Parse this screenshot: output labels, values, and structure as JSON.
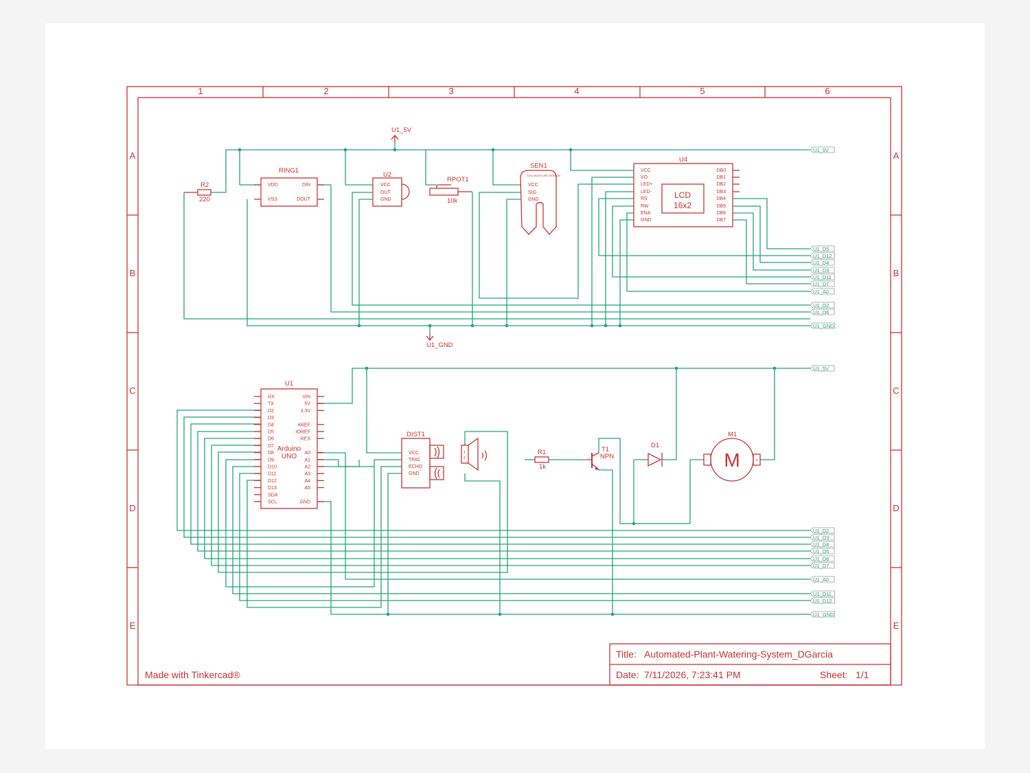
{
  "title_block": {
    "title_label": "Title:",
    "title": "Automated-Plant-Watering-System_DGarcia",
    "date_label": "Date:",
    "date": "7/11/2026, 7:23:41 PM",
    "sheet_label": "Sheet:",
    "sheet": "1/1"
  },
  "credit": "Made with Tinkercad®",
  "zones": {
    "columns": [
      "1",
      "2",
      "3",
      "4",
      "5",
      "6"
    ],
    "rows": [
      "A",
      "B",
      "C",
      "D",
      "E"
    ]
  },
  "top_circuit": {
    "power_label": "U1_5V",
    "ground_label": "U1_GND",
    "r2": {
      "ref": "R2",
      "value": "220"
    },
    "ring1": {
      "ref": "RING1",
      "pins_left": [
        "VDD",
        "VSS"
      ],
      "pins_right": [
        "DIN",
        "DOUT"
      ]
    },
    "u2": {
      "ref": "U2",
      "pins": [
        "VCC",
        "OUT",
        "GND"
      ]
    },
    "rpot1": {
      "ref": "RPOT1",
      "value": "10k"
    },
    "sen1": {
      "ref": "SEN1",
      "subtitle": "SOIL MOISTURE SENSOR",
      "pins": [
        "VCC",
        "SIG",
        "GND"
      ]
    },
    "u4": {
      "ref": "U4",
      "label_line1": "LCD",
      "label_line2": "16x2",
      "pins_left": [
        "VCC",
        "VO",
        "LED+",
        "LED-",
        "RS",
        "RW",
        "ENA",
        "GND"
      ],
      "pins_right": [
        "DB0",
        "DB1",
        "DB2",
        "DB3",
        "DB4",
        "DB5",
        "DB6",
        "DB7"
      ]
    },
    "net_labels": [
      "U1_5V",
      "U1_D5",
      "U1_D12",
      "U1_D4",
      "U1_D3",
      "U1_D11",
      "U1_D7",
      "U1_A0",
      "U1_D2",
      "U1_D6",
      "U1_GND"
    ]
  },
  "bottom_circuit": {
    "u1": {
      "ref": "U1",
      "label_line1": "Arduino",
      "label_line2": "UNO",
      "pins_left": [
        "RX",
        "TX",
        "D2",
        "D3",
        "D4",
        "D5",
        "D6",
        "D7",
        "D8",
        "D9",
        "D10",
        "D11",
        "D12",
        "D13",
        "SDA",
        "SCL"
      ],
      "pins_right": [
        "VIN",
        "5V",
        "3.3V",
        "",
        "AREF",
        "IOREF",
        "RES",
        "",
        "A0",
        "A1",
        "A2",
        "A3",
        "A4",
        "A5",
        "",
        "GND"
      ]
    },
    "dist1": {
      "ref": "DIST1",
      "pins": [
        "VCC",
        "TRIG",
        "ECHO",
        "GND"
      ]
    },
    "r1": {
      "ref": "R1",
      "value": "1k"
    },
    "t1": {
      "ref": "T1",
      "value": "NPN"
    },
    "d1": {
      "ref": "D1"
    },
    "m1": {
      "ref": "M1",
      "symbol": "M",
      "minus": "-",
      "plus": "+"
    },
    "net_labels": [
      "U1_5V",
      "U1_D2",
      "U1_D3",
      "U1_D4",
      "U1_D5",
      "U1_D6",
      "U1_D7",
      "U1_A0",
      "U1_D11",
      "U1_D12",
      "U1_GND"
    ]
  },
  "colors": {
    "frame": "#c83232",
    "wire": "#22a37a",
    "background": "#ffffff"
  }
}
